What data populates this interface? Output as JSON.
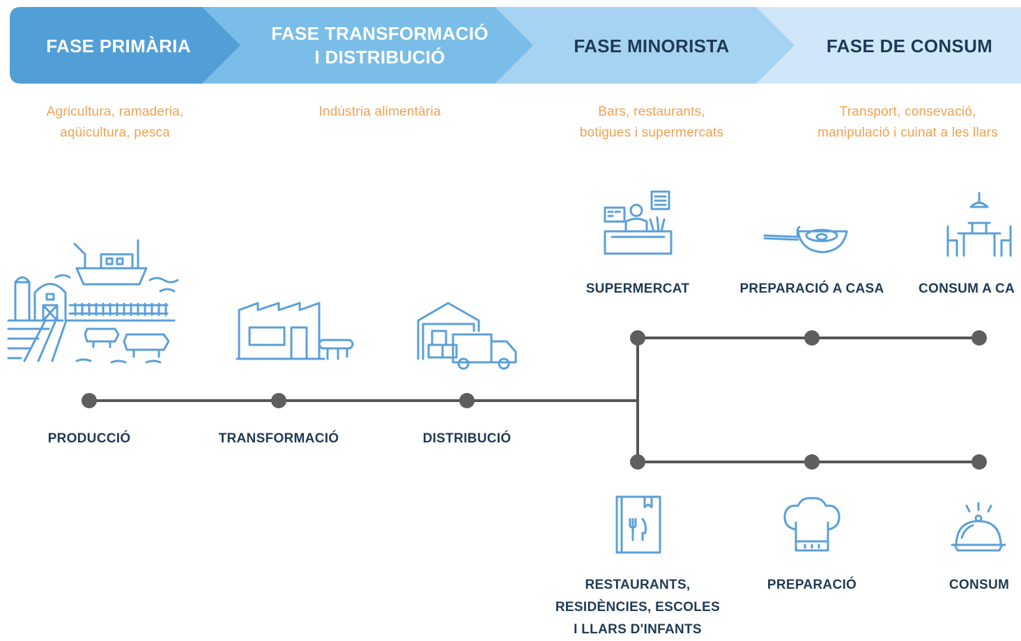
{
  "phases": [
    {
      "title": "FASE PRIMÀRIA",
      "description": "Agricultura, ramaderia,\naqüicultura, pesca"
    },
    {
      "title": "FASE TRANSFORMACIÓ\nI DISTRIBUCIÓ",
      "description": "Indústria alimentària"
    },
    {
      "title": "FASE MINORISTA",
      "description": "Bars, restaurants,\nbotigues i supermercats"
    },
    {
      "title": "FASE DE CONSUM",
      "description": "Transport, consevació,\nmanipulació i cuinat a les llars"
    }
  ],
  "colors": {
    "phase1": "#529fd8",
    "phase2": "#7bbde9",
    "phase3": "#a6d3f1",
    "phase4": "#cfe7f8",
    "icon": "#5a9fd9",
    "line": "#555555",
    "node": "#5e5e5e",
    "label": "#1f3a55",
    "description": "#f0a153"
  },
  "main_chain": [
    {
      "label": "PRODUCCIÓ",
      "icon": "farm-fishing-icon"
    },
    {
      "label": "TRANSFORMACIÓ",
      "icon": "factory-icon"
    },
    {
      "label": "DISTRIBUCIÓ",
      "icon": "warehouse-truck-icon"
    }
  ],
  "upper_branch": [
    {
      "label": "SUPERMERCAT",
      "icon": "supermarket-cashier-icon"
    },
    {
      "label": "PREPARACIÓ A CASA",
      "icon": "frying-pan-icon"
    },
    {
      "label": "CONSUM A CA",
      "icon": "dining-table-icon"
    }
  ],
  "lower_branch": [
    {
      "label": "RESTAURANTS,\nRESIDÈNCIES, ESCOLES\nI LLARS D'INFANTS",
      "icon": "menu-book-icon"
    },
    {
      "label": "PREPARACIÓ",
      "icon": "chef-hat-icon"
    },
    {
      "label": "CONSUM",
      "icon": "serving-cloche-icon"
    }
  ]
}
